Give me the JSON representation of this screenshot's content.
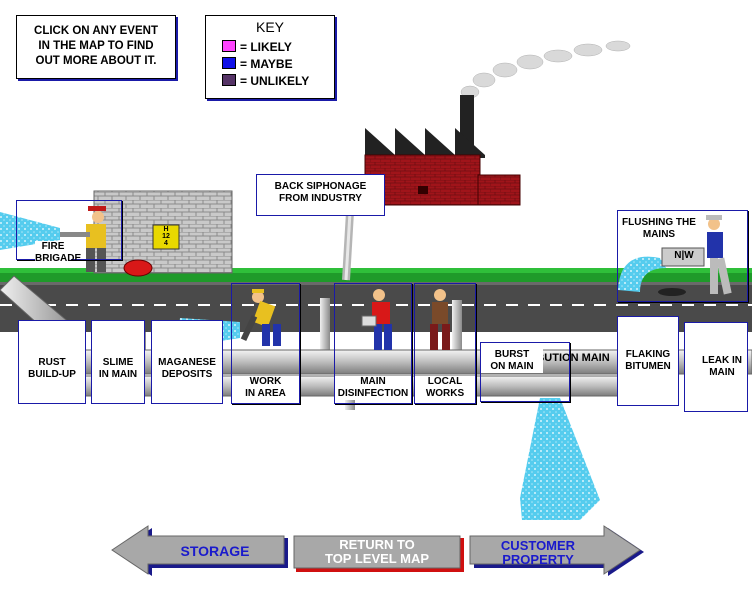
{
  "info": {
    "text": "CLICK ON ANY EVENT\nIN THE MAP TO FIND\nOUT MORE ABOUT IT."
  },
  "key": {
    "title": "KEY",
    "items": [
      {
        "label": "= LIKELY",
        "color": "#ff44ff"
      },
      {
        "label": "= MAYBE",
        "color": "#1010e8"
      },
      {
        "label": "= UNLIKELY",
        "color": "#553366"
      }
    ]
  },
  "events": {
    "fire_brigade": "FIRE\nBRIGADE",
    "back_siphonage": "BACK SIPHONAGE\nFROM INDUSTRY",
    "flushing": "FLUSHING THE\nMAINS",
    "rust": "RUST\nBUILD-UP",
    "slime": "SLIME\nIN MAIN",
    "manganese": "MAGANESE\nDEPOSITS",
    "work": "WORK\nIN AREA",
    "disinfection": "MAIN\nDISINFECTION",
    "local_works": "LOCAL\nWORKS",
    "burst": "BURST\nON MAIN",
    "flaking": "FLAKING\nBITUMEN",
    "leak": "LEAK IN\nMAIN"
  },
  "pipe_label": "DISTRIBUTION MAIN",
  "hydrant_sign": "N|W",
  "hydrant_plate": "H\n12\n4",
  "nav": {
    "storage": "STORAGE",
    "return": "RETURN TO\nTOP LEVEL MAP",
    "customer": "CUSTOMER\nPROPERTY"
  },
  "colors": {
    "grass": "#1f9a2a",
    "road": "#4a4a4a",
    "water": "#55ccee",
    "factory": "#a0141a",
    "frame": "#1a1aa8",
    "nav_text": "#1a1acc"
  }
}
